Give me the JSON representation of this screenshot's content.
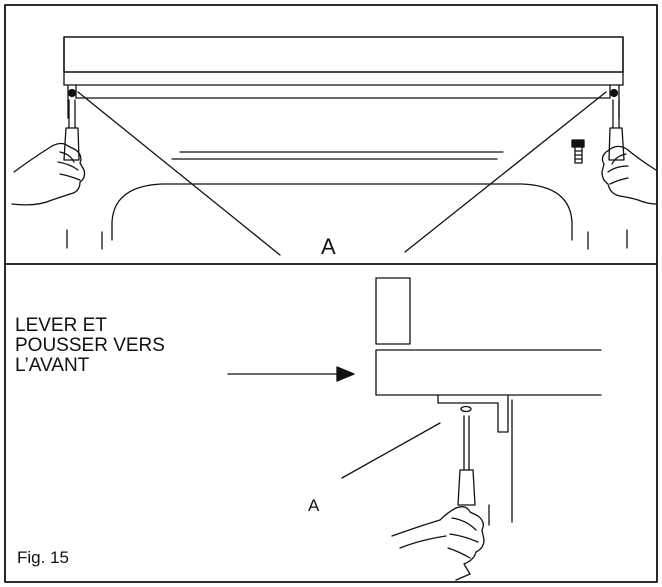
{
  "labels": {
    "top_callout": "A",
    "instruction_lines": [
      "LEVER ET",
      "POUSSER VERS",
      "L’AVANT"
    ],
    "bottom_callout": "A",
    "figure_caption": "Fig. 15"
  }
}
